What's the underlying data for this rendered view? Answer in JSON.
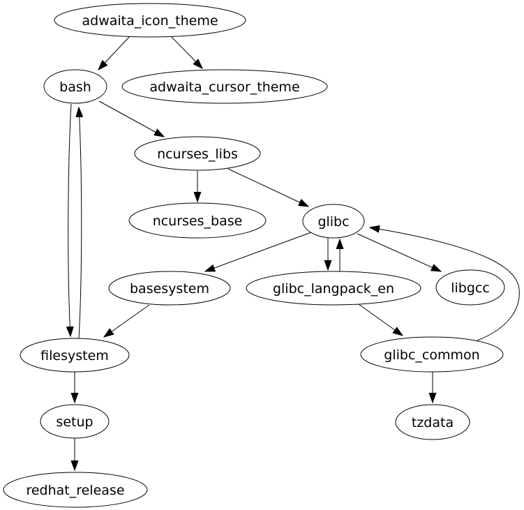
{
  "diagram": {
    "type": "directed-dependency-graph",
    "background_color": "#ffffff",
    "node_fill_color": "#ffffff",
    "edge_color": "#000000",
    "text_color": "#000000",
    "nodes": [
      {
        "id": "adwaita_icon_theme",
        "label": "adwaita_icon_theme"
      },
      {
        "id": "bash",
        "label": "bash"
      },
      {
        "id": "adwaita_cursor_theme",
        "label": "adwaita_cursor_theme"
      },
      {
        "id": "ncurses_libs",
        "label": "ncurses_libs"
      },
      {
        "id": "ncurses_base",
        "label": "ncurses_base"
      },
      {
        "id": "glibc",
        "label": "glibc"
      },
      {
        "id": "basesystem",
        "label": "basesystem"
      },
      {
        "id": "glibc_langpack_en",
        "label": "glibc_langpack_en"
      },
      {
        "id": "libgcc",
        "label": "libgcc"
      },
      {
        "id": "filesystem",
        "label": "filesystem"
      },
      {
        "id": "glibc_common",
        "label": "glibc_common"
      },
      {
        "id": "setup",
        "label": "setup"
      },
      {
        "id": "tzdata",
        "label": "tzdata"
      },
      {
        "id": "redhat_release",
        "label": "redhat_release"
      }
    ],
    "edges": [
      {
        "from": "adwaita_icon_theme",
        "to": "bash"
      },
      {
        "from": "adwaita_icon_theme",
        "to": "adwaita_cursor_theme"
      },
      {
        "from": "bash",
        "to": "ncurses_libs"
      },
      {
        "from": "bash",
        "to": "filesystem"
      },
      {
        "from": "filesystem",
        "to": "bash"
      },
      {
        "from": "ncurses_libs",
        "to": "ncurses_base"
      },
      {
        "from": "ncurses_libs",
        "to": "glibc"
      },
      {
        "from": "glibc",
        "to": "basesystem"
      },
      {
        "from": "glibc",
        "to": "glibc_langpack_en"
      },
      {
        "from": "glibc_langpack_en",
        "to": "glibc"
      },
      {
        "from": "glibc",
        "to": "libgcc"
      },
      {
        "from": "glibc_common",
        "to": "glibc"
      },
      {
        "from": "glibc_langpack_en",
        "to": "glibc_common"
      },
      {
        "from": "basesystem",
        "to": "filesystem"
      },
      {
        "from": "filesystem",
        "to": "setup"
      },
      {
        "from": "setup",
        "to": "redhat_release"
      },
      {
        "from": "glibc_common",
        "to": "tzdata"
      }
    ]
  }
}
